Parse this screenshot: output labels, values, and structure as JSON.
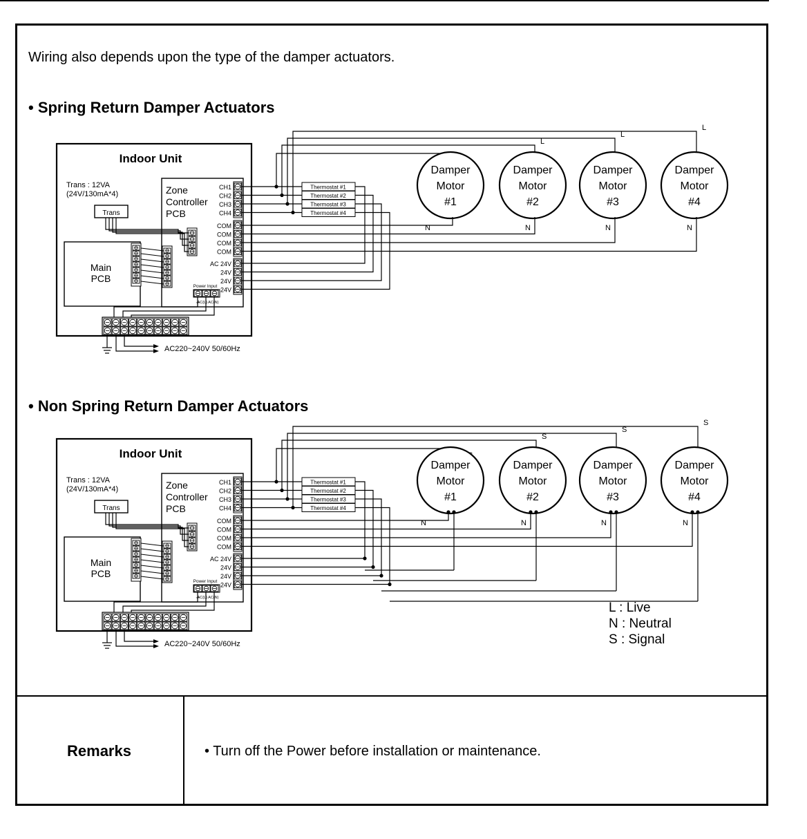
{
  "intro": "Wiring also depends upon the type of the damper actuators.",
  "sections": [
    {
      "title": "• Spring Return Damper Actuators",
      "motor_terminal": "L"
    },
    {
      "title": "• Non Spring Return Damper Actuators",
      "motor_terminal": "S"
    }
  ],
  "labels": {
    "indoor_unit": "Indoor Unit",
    "trans_spec_1": "Trans : 12VA",
    "trans_spec_2": "(24V/130mA*4)",
    "trans": "Trans",
    "main_pcb_1": "Main",
    "main_pcb_2": "PCB",
    "zone_1": "Zone",
    "zone_2": "Controller",
    "zone_3": "PCB",
    "channels": [
      "CH1",
      "CH2",
      "CH3",
      "CH4"
    ],
    "com": [
      "COM",
      "COM",
      "COM",
      "COM"
    ],
    "ac24": [
      "AC 24V",
      "24V",
      "24V",
      "24V"
    ],
    "power_input": "Power Input",
    "power_terms": "AC(L) AC(N)",
    "thermostats": [
      "Thermostat #1",
      "Thermostat #2",
      "Thermostat #3",
      "Thermostat #4"
    ],
    "ac_supply": "AC220~240V  50/60Hz",
    "damper_1": "Damper",
    "damper_2": "Motor",
    "motors": [
      "#1",
      "#2",
      "#3",
      "#4"
    ],
    "neutral": "N"
  },
  "legend": [
    "L : Live",
    "N : Neutral",
    "S : Signal"
  ],
  "remarks": {
    "label": "Remarks",
    "text": "• Turn off the Power before installation or maintenance."
  }
}
